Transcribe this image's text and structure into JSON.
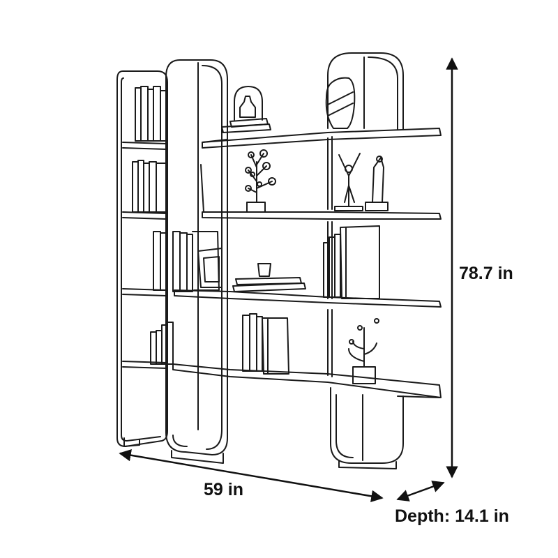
{
  "dimensions": {
    "height": "78.7 in",
    "width": "59 in",
    "depth": "Depth: 14.1 in"
  },
  "colors": {
    "line": "#1a1a1a",
    "background": "#ffffff"
  }
}
